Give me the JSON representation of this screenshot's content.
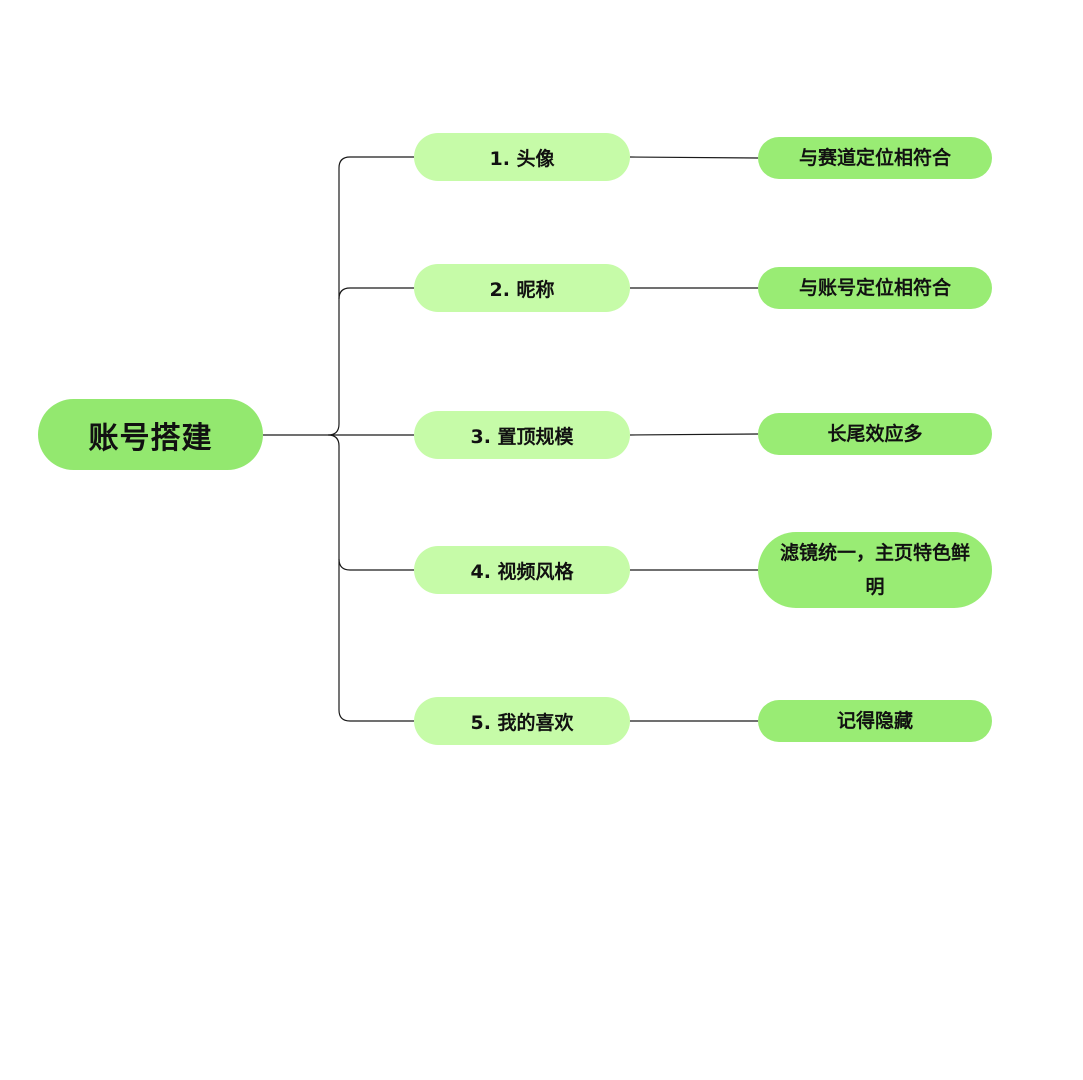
{
  "colors": {
    "root_fill": "#93e86f",
    "branch_fill": "#c6fba8",
    "leaf_fill": "#99ec74",
    "line": "#1a1a1a",
    "background": "#ffffff"
  },
  "root": {
    "label": "账号搭建"
  },
  "branches": [
    {
      "label": "1. 头像",
      "note": "与赛道定位相符合"
    },
    {
      "label": "2. 昵称",
      "note": "与账号定位相符合"
    },
    {
      "label": "3. 置顶规模",
      "note": "长尾效应多"
    },
    {
      "label": "4. 视频风格",
      "note": "滤镜统一，主页特色鲜明"
    },
    {
      "label": "5. 我的喜欢",
      "note": "记得隐藏"
    }
  ]
}
